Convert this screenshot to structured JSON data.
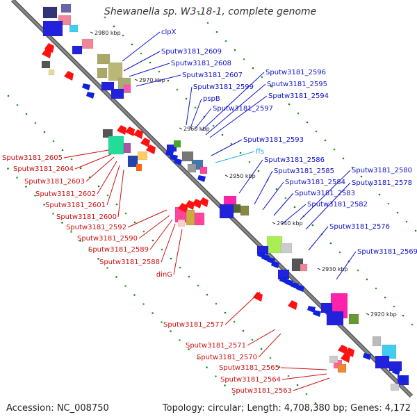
{
  "title": "Shewanella sp. W3-18-1, complete genome",
  "footer": {
    "accession": "Accession: NC_008750",
    "summary": "Topology: circular; Length: 4,708,380 bp; Genes: 4,172"
  },
  "colors": {
    "blue_label": "#1010cc",
    "red_label": "#cc1010",
    "cyan_label": "#22aadd",
    "backbone": "#888888"
  },
  "kbp_marks": [
    "2980 kbp",
    "2970 kbp",
    "2960 kbp",
    "2950 kbp",
    "2940 kbp",
    "2930 kbp",
    "2920 kbp"
  ],
  "blue_labels": [
    "clpX",
    "Sputw3181_2609",
    "Sputw3181_2608",
    "Sputw3181_2607",
    "Sputw3181_2599",
    "pspB",
    "Sputw3181_2596",
    "Sputw3181_2595",
    "Sputw3181_2594",
    "Sputw3181_2597",
    "Sputw3181_2593",
    "Sputw3181_2586",
    "Sputw3181_2585",
    "Sputw3181_2584",
    "Sputw3181_2583",
    "Sputw3181_2582",
    "Sputw3181_2580",
    "Sputw3181_2578",
    "Sputw3181_2576",
    "Sputw3181_2569"
  ],
  "cyan_labels": [
    "ffs"
  ],
  "red_labels": [
    "Sputw3181_2605",
    "Sputw3181_2604",
    "Sputw3181_2603",
    "Sputw3181_2602",
    "Sputw3181_2601",
    "Sputw3181_2600",
    "Sputw3181_2592",
    "Sputw3181_2590",
    "Sputw3181_2589",
    "Sputw3181_2588",
    "dinG",
    "Sputw3181_2577",
    "Sputw3181_2571",
    "Sputw3181_2570",
    "Sputw3181_2565",
    "Sputw3181_2564",
    "Sputw3181_2563"
  ]
}
